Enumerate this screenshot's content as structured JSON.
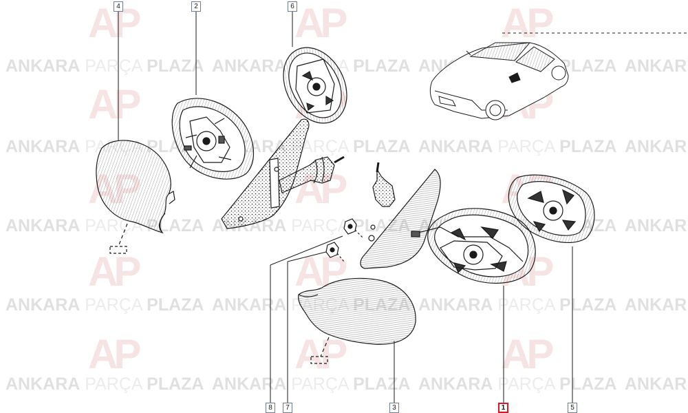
{
  "watermark": {
    "word1": "ANKARA",
    "word2": "PARÇA",
    "word3": "PLAZA",
    "edge_fragment": "ANKAR",
    "logo": "AP"
  },
  "callouts": {
    "c1": "1",
    "c2": "2",
    "c3": "3",
    "c4": "4",
    "c5": "5",
    "c6": "6",
    "c7": "7",
    "c8": "8"
  },
  "colors": {
    "callout_border": "#6b7d99",
    "highlight": "#d11a2a",
    "line_art": "#1a1a1a",
    "watermark_text": "#e0e0e0"
  }
}
